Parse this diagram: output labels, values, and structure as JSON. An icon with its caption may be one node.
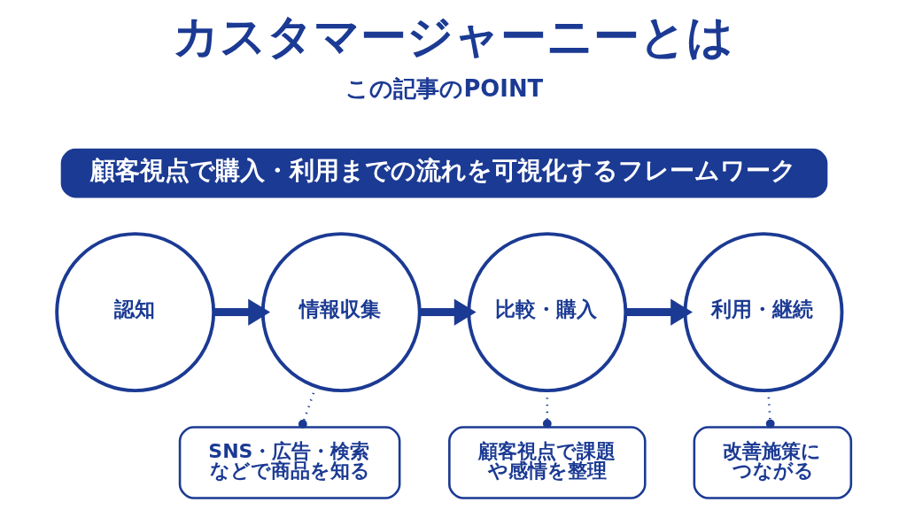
{
  "diagram": {
    "title": "カスタマージャーニーとは",
    "nodes": [
      {
        "text": [
          "顧客視点で購入・利用までの流れを可視化するフレームワーク"
        ]
      },
      {
        "text": [
          "認知"
        ]
      },
      {
        "text": [
          "情報収集"
        ]
      },
      {
        "text": [
          "比較・購入"
        ]
      },
      {
        "text": [
          "利用・継続"
        ]
      },
      {
        "text": [
          "SNS・広告・検索などで商品を知る"
        ]
      },
      {
        "text": [
          "顧客視点で課題や感情を整理"
        ]
      },
      {
        "text": [
          "改善施策につながる"
        ]
      }
    ],
    "edges": [
      {
        "from": 1,
        "to": 2,
        "arrow": "to",
        "style": "thick"
      },
      {
        "from": 2,
        "to": 3,
        "arrow": "to",
        "style": "thick"
      },
      {
        "from": 3,
        "to": 4,
        "arrow": "to",
        "style": "thick"
      },
      {
        "from": 2,
        "to": 5,
        "arrow": "other",
        "style": "dashed"
      },
      {
        "from": 3,
        "to": 6,
        "arrow": "other",
        "style": "dashed"
      },
      {
        "from": 4,
        "to": 7,
        "arrow": "other",
        "style": "dashed"
      }
    ],
    "labels": [
      "この記事のPOINT"
    ]
  }
}
